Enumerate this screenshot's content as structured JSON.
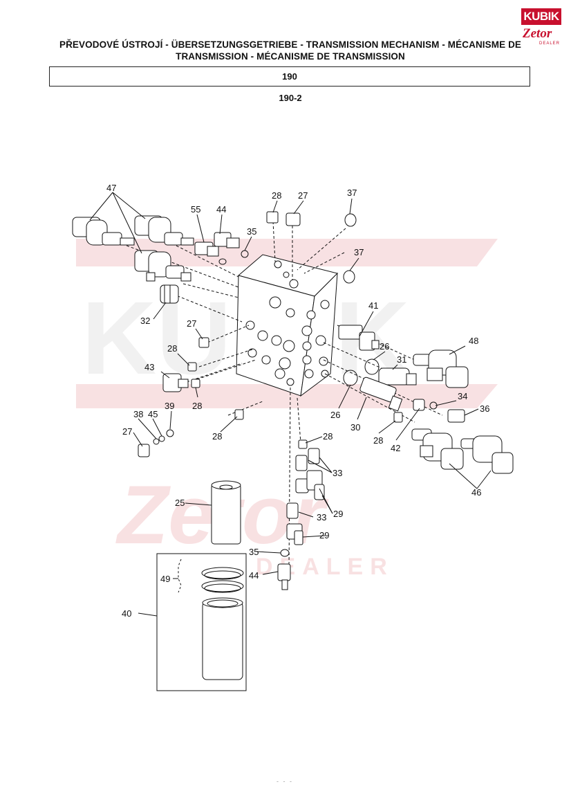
{
  "header": {
    "title": "PŘEVODOVÉ ÚSTROJÍ - ÜBERSETZUNGSGETRIEBE - TRANSMISSION MECHANISM - MÉCANISME DE TRANSMISSION - MÉCANISME DE TRANSMISSION",
    "group_code": "190",
    "subgroup_code": "190-2"
  },
  "logo": {
    "brand": "KUBIK",
    "sub_brand": "Zetor",
    "dealer": "DEALER"
  },
  "watermark": {
    "brand": "KUBÍK",
    "sub_brand": "Zetor",
    "dealer": "DEALER"
  },
  "footer": {
    "page": "- - -"
  },
  "callouts": [
    "47",
    "28",
    "27",
    "37",
    "55",
    "44",
    "35",
    "37",
    "41",
    "32",
    "27",
    "26",
    "48",
    "28",
    "31",
    "43",
    "34",
    "28",
    "36",
    "39",
    "38",
    "45",
    "26",
    "30",
    "28",
    "42",
    "27",
    "28",
    "33",
    "46",
    "29",
    "25",
    "33",
    "29",
    "35",
    "49",
    "44",
    "40"
  ],
  "colors": {
    "watermark": "#f3c9cc",
    "watermark_gray": "#e6e6e6",
    "logo_red": "#c8102e",
    "ink": "#111111"
  }
}
